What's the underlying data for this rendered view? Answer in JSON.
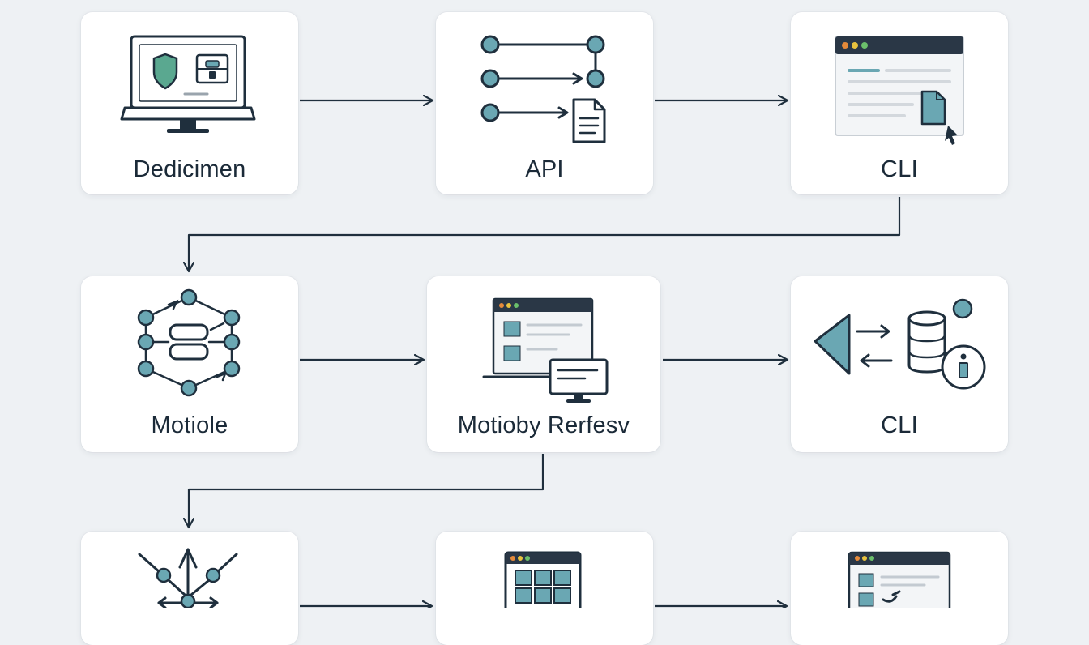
{
  "diagram": {
    "nodes": [
      {
        "id": "n1",
        "label": "Dedicimen",
        "icon": "monitor-shield-lock-icon"
      },
      {
        "id": "n2",
        "label": "API",
        "icon": "api-flow-document-icon"
      },
      {
        "id": "n3",
        "label": "CLI",
        "icon": "browser-document-cursor-icon"
      },
      {
        "id": "n4",
        "label": "Motiole",
        "icon": "node-network-icon"
      },
      {
        "id": "n5",
        "label": "Motioby Rerfesv",
        "icon": "browser-monitor-icon"
      },
      {
        "id": "n6",
        "label": "CLI",
        "icon": "exchange-database-info-icon"
      },
      {
        "id": "n7",
        "label": "",
        "icon": "network-branch-icon"
      },
      {
        "id": "n8",
        "label": "",
        "icon": "browser-grid-icon"
      },
      {
        "id": "n9",
        "label": "",
        "icon": "browser-check-icon"
      }
    ],
    "edges": [
      {
        "from": "n1",
        "to": "n2"
      },
      {
        "from": "n2",
        "to": "n3"
      },
      {
        "from": "n3",
        "to": "n4"
      },
      {
        "from": "n4",
        "to": "n5"
      },
      {
        "from": "n5",
        "to": "n6"
      },
      {
        "from": "n5",
        "to": "n7"
      },
      {
        "from": "n7",
        "to": "n8"
      },
      {
        "from": "n8",
        "to": "n9"
      }
    ],
    "colors": {
      "background": "#eef1f4",
      "card": "#ffffff",
      "stroke": "#1f2f3d",
      "accent_teal": "#6aa7b3",
      "accent_green": "#5aa890",
      "window_bar": "#2a3746",
      "dot_orange": "#e58a3a",
      "dot_yellow": "#e8c23e",
      "dot_green": "#6bbf6b"
    }
  }
}
